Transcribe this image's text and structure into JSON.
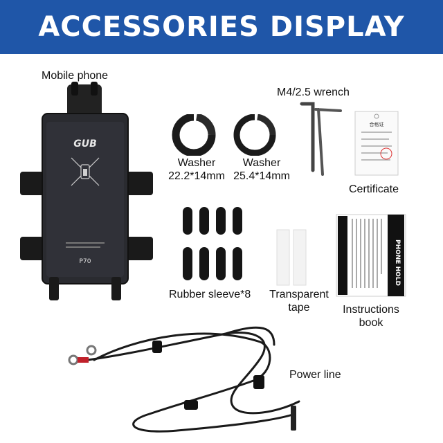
{
  "banner": {
    "title": "ACCESSORIES DISPLAY",
    "color": "#1f56a8"
  },
  "items": {
    "mobile_phone": {
      "label": "Mobile phone",
      "model": "P70",
      "brand": "GUB"
    },
    "wrench": {
      "label": "M4/2.5 wrench"
    },
    "washer_a": {
      "label_line1": "Washer",
      "label_line2": "22.2*14mm"
    },
    "washer_b": {
      "label_line1": "Washer",
      "label_line2": "25.4*14mm"
    },
    "certificate": {
      "label": "Certificate",
      "title": "合格证"
    },
    "rubber_sleeve": {
      "label": "Rubber sleeve*8",
      "count": 8
    },
    "transparent_tape": {
      "label_line1": "Transparent",
      "label_line2": "tape"
    },
    "instructions_book": {
      "label_line1": "Instructions",
      "label_line2": "book",
      "spine_text": "PHONE HOLD"
    },
    "power_line": {
      "label": "Power line"
    }
  }
}
